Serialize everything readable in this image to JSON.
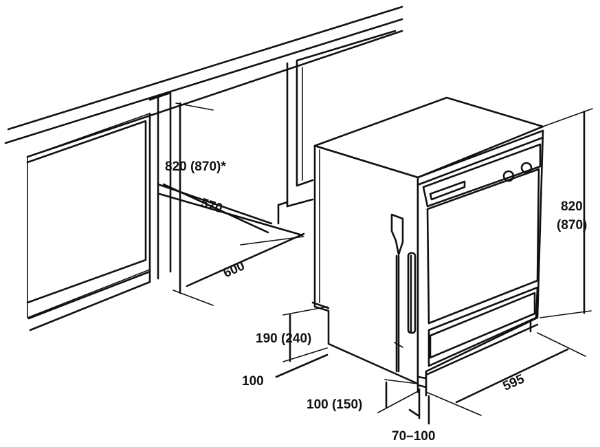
{
  "dimensions": {
    "cabinet_height": "820 (870)*",
    "opening_width": "570",
    "cabinet_depth": "600",
    "appliance_height_line1": "820",
    "appliance_height_line2": "(870)",
    "plinth_height": "190 (240)",
    "plinth_depth": "100",
    "foot_height": "100 (150)",
    "appliance_width": "595",
    "door_offset": "70–100"
  }
}
